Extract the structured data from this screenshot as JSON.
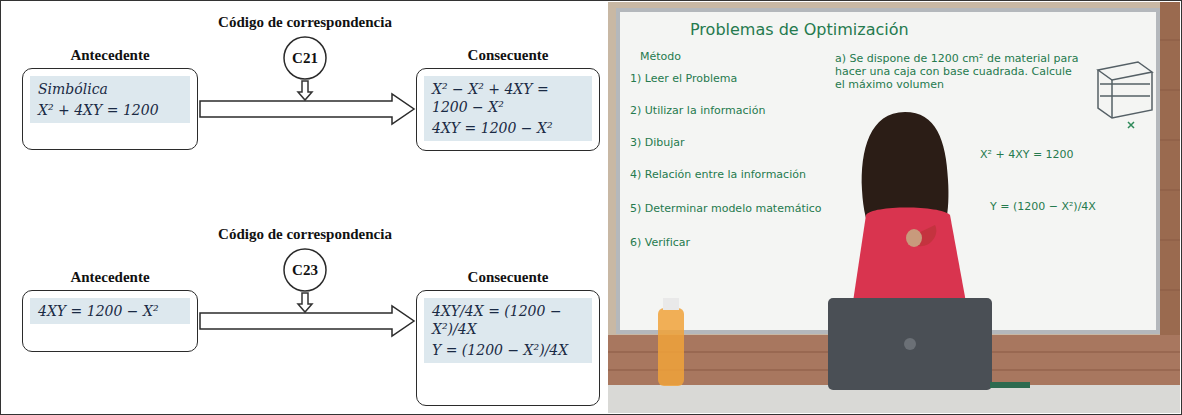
{
  "diagram": {
    "nodes": [
      {
        "text": [
          "Antecedente",
          "Simbólica",
          "X² + 4XY = 1200"
        ]
      },
      {
        "text": [
          "Código de correspondencia",
          "C21"
        ]
      },
      {
        "text": [
          "Consecuente",
          "X² − X² + 4XY = 1200 − X²",
          "4XY = 1200 − X²"
        ]
      },
      {
        "text": [
          "Antecedente",
          "4XY = 1200 − X²"
        ]
      },
      {
        "text": [
          "Código de correspondencia",
          "C23"
        ]
      },
      {
        "text": [
          "Consecuente",
          "4XY/4X = (1200 − X²)/4X",
          "Y = (1200 − X²)/4X"
        ]
      }
    ],
    "edges": [
      {
        "from": 0,
        "to": 2,
        "arrow": "to"
      },
      {
        "from": 3,
        "to": 5,
        "arrow": "to"
      }
    ],
    "labels": [
      "Problemas de Optimización",
      "Método",
      "1) Leer el Problema",
      "2) Utilizar la información",
      "3) Dibujar",
      "4) Relación entre la información",
      "5) Determinar modelo matemático",
      "6) Verificar",
      "a) Se dispone de 1200 cm² de material para hacer una caja con base cuadrada. Calcule el máximo volumen",
      "X² + 4XY = 1200",
      "Y = (1200 − X²)/4X"
    ]
  }
}
